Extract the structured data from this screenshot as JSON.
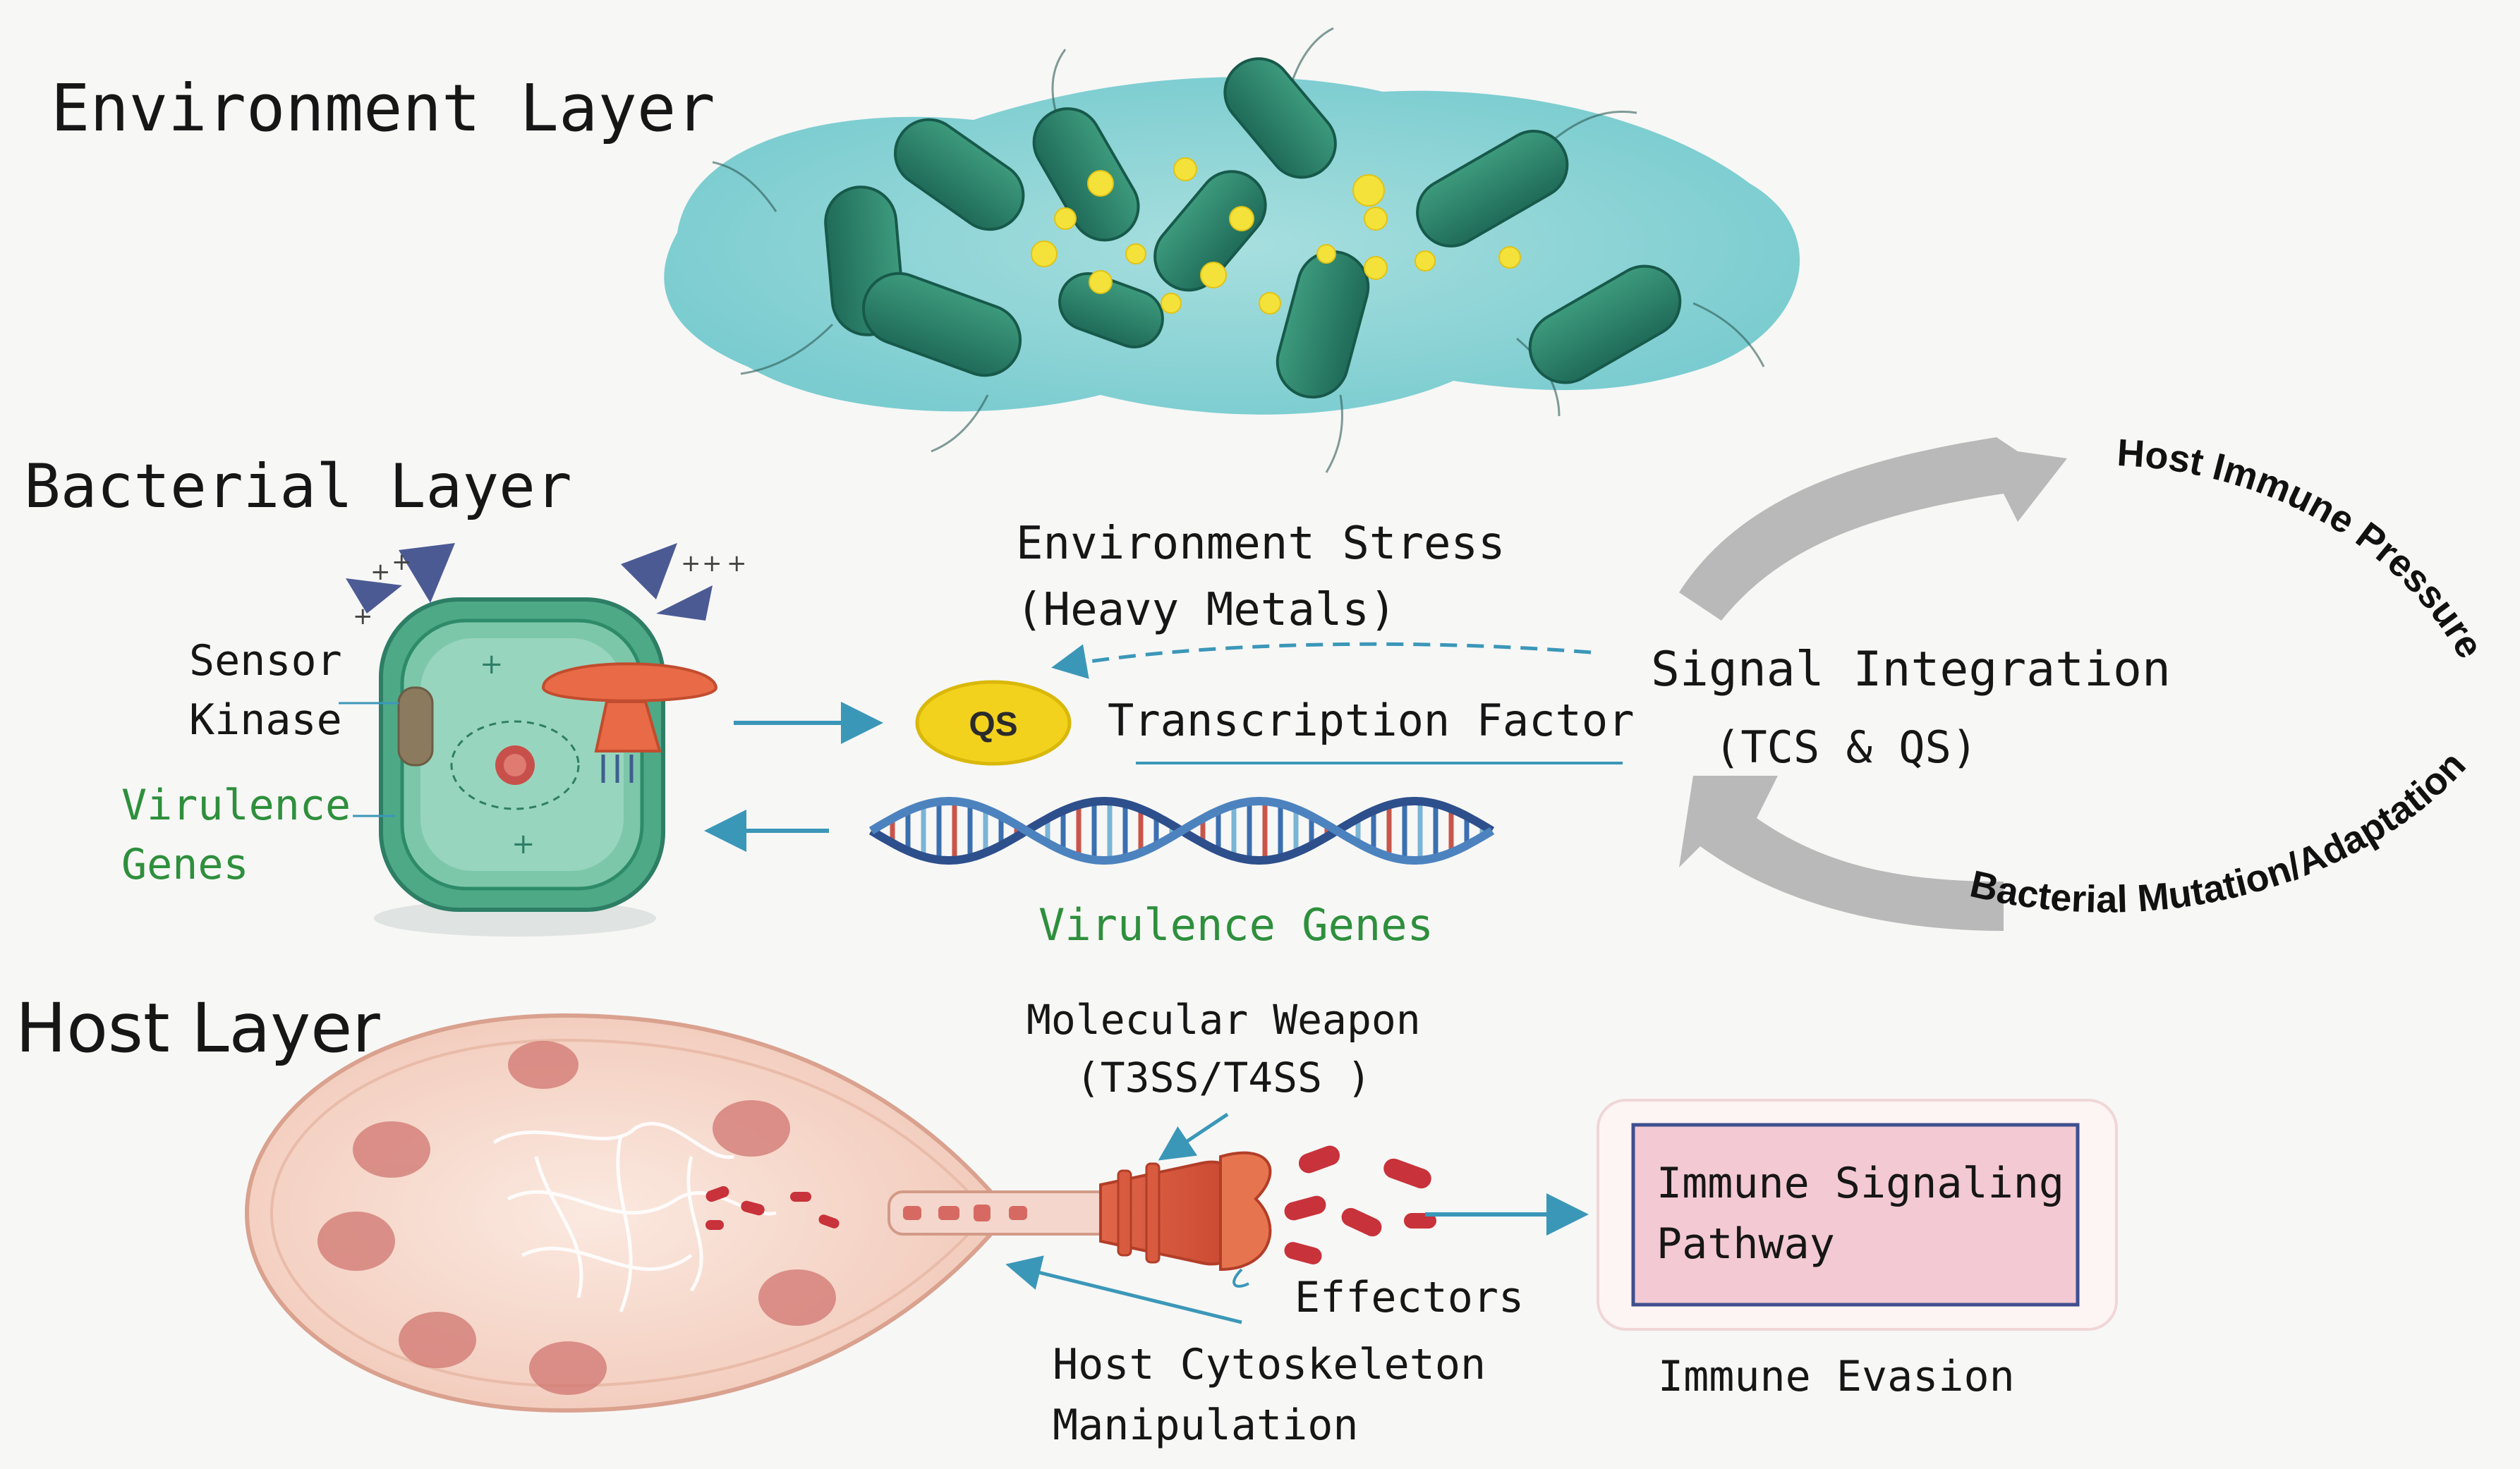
{
  "layers": {
    "environment": "Environment Layer",
    "bacterial": "Bacterial Layer",
    "host": "Host Layer"
  },
  "bacterial_cell": {
    "sensor_kinase": [
      "Sensor",
      "Kinase"
    ],
    "virulence_genes": [
      "Virulence",
      "Genes"
    ]
  },
  "signaling": {
    "environment_stress": [
      "Environment Stress",
      "(Heavy Metals)"
    ],
    "qs_badge": "QS",
    "transcription_factor": "Transcription Factor",
    "virulence_genes": "Virulence Genes",
    "signal_integration": [
      "Signal Integration",
      "(TCS & QS)"
    ]
  },
  "feedback_loop": {
    "host_immune_pressure": "Host Immune Pressure",
    "bacterial_mutation": "Bacterial Mutation/Adaptation"
  },
  "host": {
    "molecular_weapon": [
      "Molecular Weapon",
      "(T3SS/T4SS )"
    ],
    "effectors": "Effectors",
    "cytoskeleton": [
      "Host Cytoskeleton",
      "Manipulation"
    ],
    "immune_pathway": [
      "Immune Signaling",
      "Pathway"
    ],
    "immune_evasion": "Immune Evasion"
  },
  "colors": {
    "teal_arrow": "#3b97b8",
    "label_green": "#2e8f3c",
    "immune_box_fill": "#f3c9d3",
    "immune_box_border": "#3e4f8f",
    "qs_yellow": "#f3d21e",
    "cell_green": "#4ea987",
    "host_cell_pink": "#f1c8b8",
    "loop_gray": "#b9b9b9"
  }
}
